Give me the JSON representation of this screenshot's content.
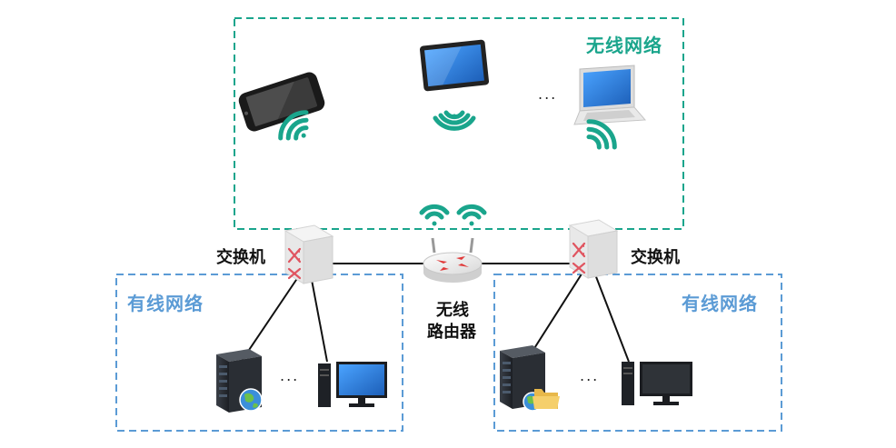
{
  "labels": {
    "wireless_network": "无线网络",
    "wired_network_left": "有线网络",
    "wired_network_right": "有线网络",
    "switch_left": "交换机",
    "switch_right": "交换机",
    "router_line1": "无线",
    "router_line2": "路由器",
    "ellipsis_wireless": "...",
    "ellipsis_wired_left": "...",
    "ellipsis_wired_right": "..."
  },
  "colors": {
    "wireless_accent": "#1aa58c",
    "wired_accent": "#5b9bd5",
    "switch_arrow": "#e05560",
    "router_arrow": "#e03a3a",
    "screen_blue": "#2e7bd6"
  },
  "icons": [
    "smartphone-icon",
    "tablet-icon",
    "laptop-icon",
    "wifi-signal-icon",
    "switch-icon",
    "router-icon",
    "server-icon",
    "desktop-pc-icon",
    "globe-icon",
    "folder-icon"
  ]
}
